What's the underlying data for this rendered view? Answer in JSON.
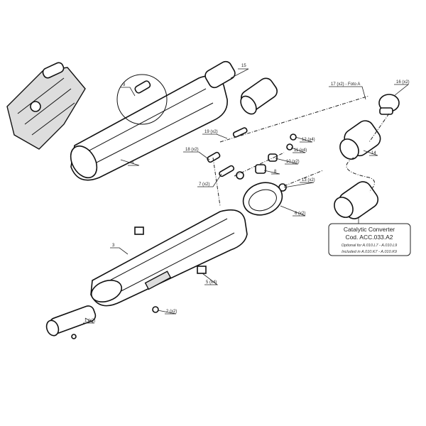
{
  "labels": {
    "p15": "15",
    "p9": "9",
    "p4": "4",
    "p17": "17 (x2) - Foto A",
    "p16": "16 (x2)",
    "p19": "19 (x2)",
    "p18": "18 (x2)",
    "p12": "12 (x4)",
    "p11": "11 (x4)",
    "p10": "10 (x2)",
    "p8": "8",
    "p7": "7 (x2)",
    "p13": "13 (x2)",
    "p14": "14",
    "p6": "6 (x2)",
    "p3": "3",
    "p5": "5 (x4)",
    "p2": "2 (x2)",
    "p1": "1 (x2)"
  },
  "callout": {
    "title": "Catalytic Converter",
    "code": "Cod. ACC.033.A2",
    "optional": "Optional for A.010.L7 - A.010.L9",
    "included": "Included in A.010.K7 - A.010.K9"
  }
}
